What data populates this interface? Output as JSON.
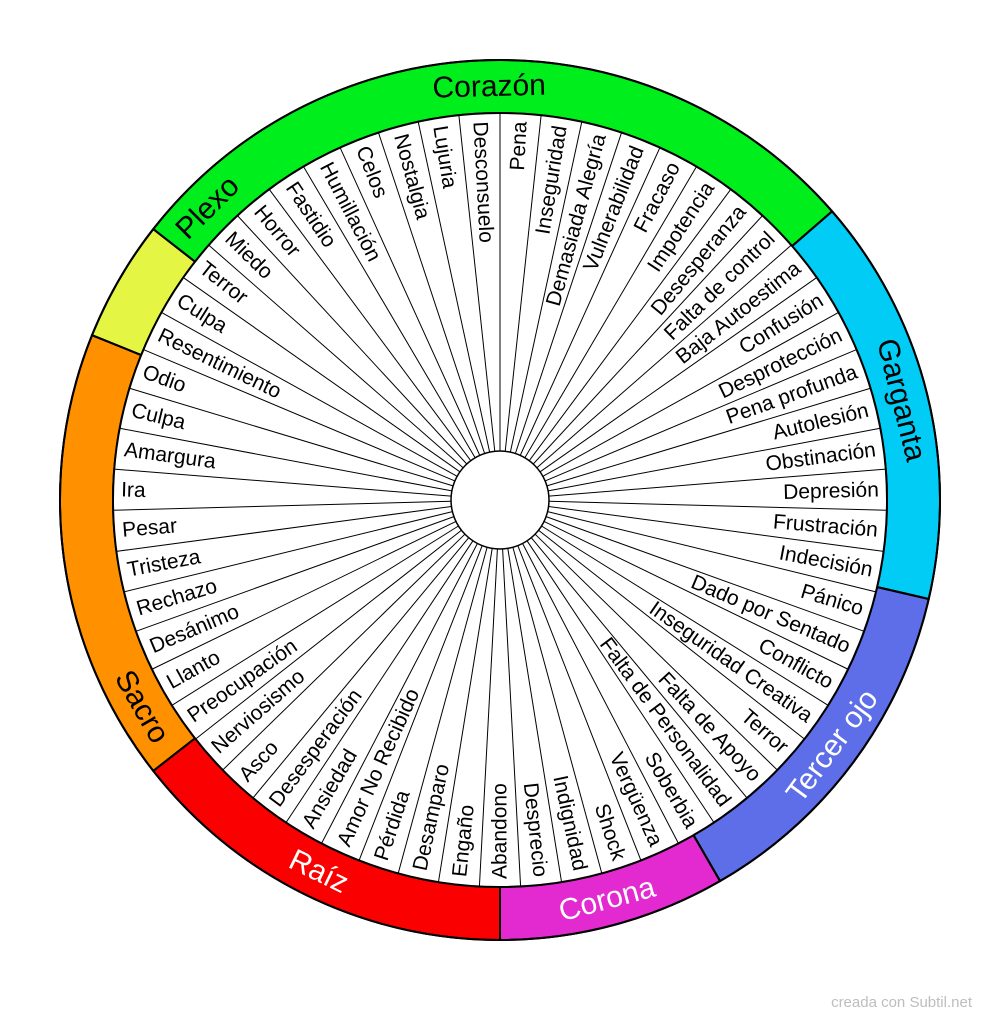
{
  "chakras": [
    {
      "name": "Corazón",
      "color": "#00ee1c",
      "text_color": "#000000"
    },
    {
      "name": "Garganta",
      "color": "#00ccf5",
      "text_color": "#000000"
    },
    {
      "name": "Tercer ojo",
      "color": "#5e6ee9",
      "text_color": "#ffffff"
    },
    {
      "name": "Corona",
      "color": "#e22ad0",
      "text_color": "#ffffff"
    },
    {
      "name": "Raíz",
      "color": "#fb0000",
      "text_color": "#ffffff"
    },
    {
      "name": "Sacro",
      "color": "#ff9000",
      "text_color": "#000000"
    },
    {
      "name": "Plexo",
      "color": "#e4f543",
      "text_color": "#000000"
    }
  ],
  "emotions": [
    "Pena",
    "Inseguridad",
    "Demasiada Alegría",
    "Vulnerabilidad",
    "Fracaso",
    "Impotencia",
    "Desesperanza",
    "Falta de control",
    "Baja Autoestima",
    "Confusión",
    "Desprotección",
    "Pena profunda",
    "Autolesión",
    "Obstinación",
    "Depresión",
    "Frustración",
    "Indecisión",
    "Pánico",
    "Dado por Sentado",
    "Conflicto",
    "Inseguridad Creativa",
    "Terror",
    "Falta de Apoyo",
    "Falta de Personalidad",
    "Soberbia",
    "Vergüenza",
    "Shock",
    "Indignidad",
    "Desprecio",
    "Abandono",
    "Engaño",
    "Desamparo",
    "Pérdida",
    "Amor No Recibido",
    "Ansiedad",
    "Desesperación",
    "Asco",
    "Nerviosismo",
    "Preocupación",
    "Llanto",
    "Desánimo",
    "Rechazo",
    "Tristeza",
    "Pesar",
    "Ira",
    "Amargura",
    "Culpa",
    "Odio",
    "Resentimiento",
    "Culpa",
    "Terror",
    "Miedo",
    "Horror",
    "Fastidio",
    "Humillación",
    "Celos",
    "Nostalgia",
    "Lujuria",
    "Desconsuelo"
  ],
  "footer": {
    "credit": "creada con Subtil.net"
  }
}
